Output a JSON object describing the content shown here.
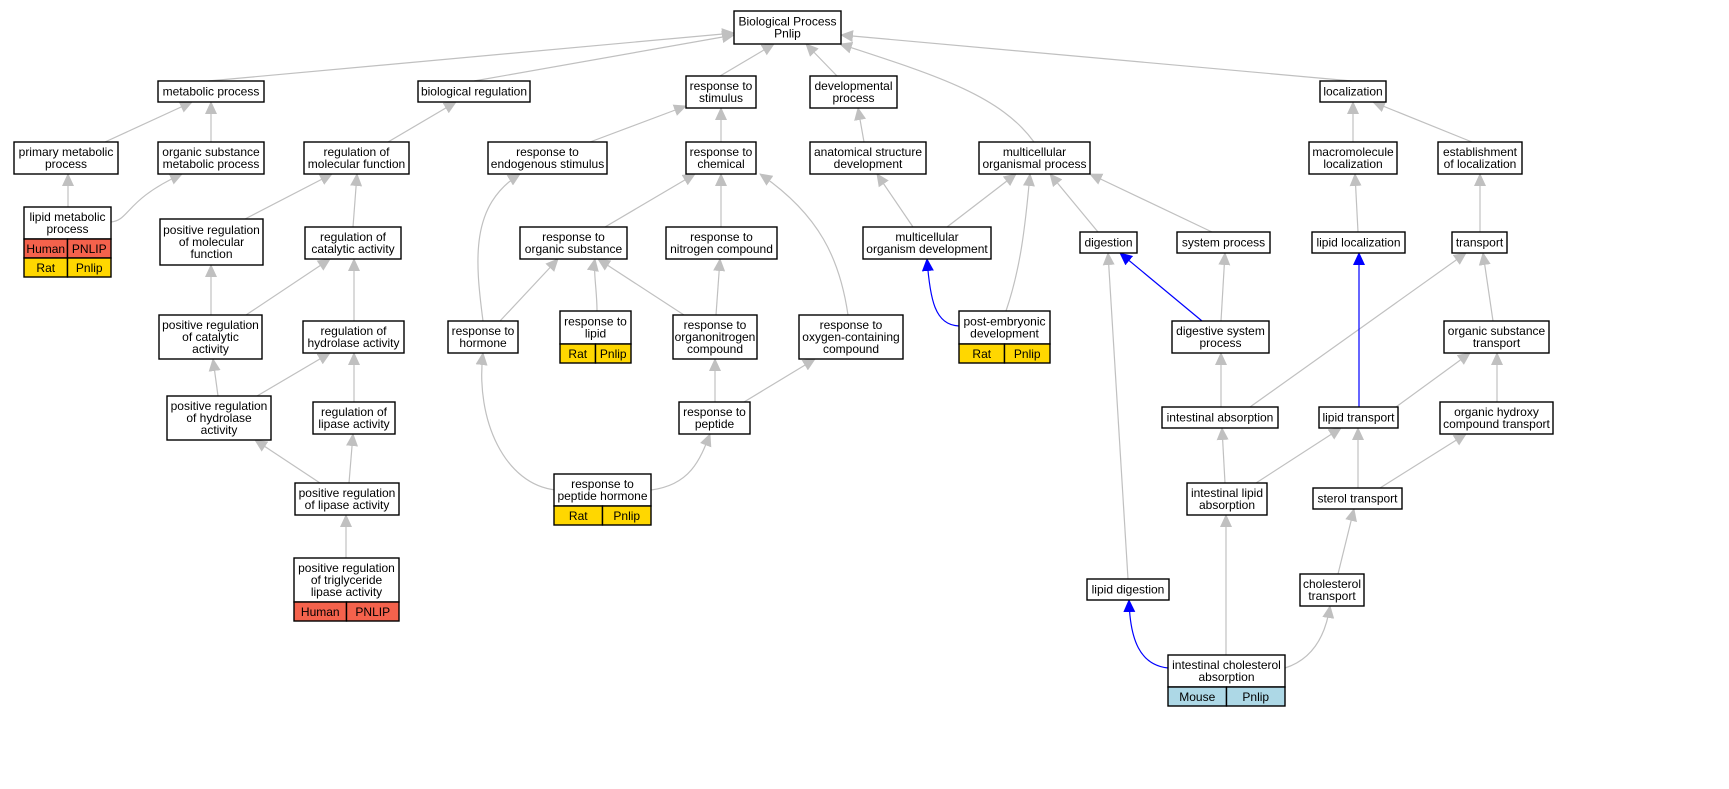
{
  "colors": {
    "edge": "#c0c0c0",
    "edge_highlight": "#0000ff",
    "human": "#f4624c",
    "rat": "#ffd700",
    "mouse": "#add8e6"
  },
  "nodes": {
    "root": {
      "lines": [
        "Biological Process",
        "Pnlip"
      ]
    },
    "metabolic": {
      "lines": [
        "metabolic process"
      ]
    },
    "bioreg": {
      "lines": [
        "biological regulation"
      ]
    },
    "stimulus": {
      "lines": [
        "response to",
        "stimulus"
      ]
    },
    "devproc": {
      "lines": [
        "developmental",
        "process"
      ]
    },
    "localization": {
      "lines": [
        "localization"
      ]
    },
    "primmeta": {
      "lines": [
        "primary metabolic",
        "process"
      ]
    },
    "orgsubmeta": {
      "lines": [
        "organic substance",
        "metabolic process"
      ]
    },
    "regmolfunc": {
      "lines": [
        "regulation of",
        "molecular function"
      ]
    },
    "endostim": {
      "lines": [
        "response to",
        "endogenous stimulus"
      ]
    },
    "chemical": {
      "lines": [
        "response to",
        "chemical"
      ]
    },
    "anatdev": {
      "lines": [
        "anatomical structure",
        "development"
      ]
    },
    "multiproc": {
      "lines": [
        "multicellular",
        "organismal process"
      ]
    },
    "macroloc": {
      "lines": [
        "macromolecule",
        "localization"
      ]
    },
    "estloc": {
      "lines": [
        "establishment",
        "of localization"
      ]
    },
    "lipidmeta": {
      "lines": [
        "lipid metabolic",
        "process"
      ],
      "annotations": [
        [
          "Human",
          "PNLIP"
        ],
        [
          "Rat",
          "Pnlip"
        ]
      ]
    },
    "posregmol": {
      "lines": [
        "positive regulation",
        "of molecular",
        "function"
      ]
    },
    "regcat": {
      "lines": [
        "regulation of",
        "catalytic activity"
      ]
    },
    "orgsub": {
      "lines": [
        "response to",
        "organic substance"
      ]
    },
    "nitrogen": {
      "lines": [
        "response to",
        "nitrogen compound"
      ]
    },
    "multidev": {
      "lines": [
        "multicellular",
        "organism development"
      ]
    },
    "digestion": {
      "lines": [
        "digestion"
      ]
    },
    "sysproc": {
      "lines": [
        "system process"
      ]
    },
    "lipidloc": {
      "lines": [
        "lipid localization"
      ]
    },
    "transport": {
      "lines": [
        "transport"
      ]
    },
    "posregcat": {
      "lines": [
        "positive regulation",
        "of catalytic",
        "activity"
      ]
    },
    "reghydro": {
      "lines": [
        "regulation of",
        "hydrolase activity"
      ]
    },
    "hormone": {
      "lines": [
        "response to",
        "hormone"
      ]
    },
    "lipidresp": {
      "lines": [
        "response to",
        "lipid"
      ],
      "annotations": [
        [
          "Rat",
          "Pnlip"
        ]
      ]
    },
    "organonitro": {
      "lines": [
        "response to",
        "organonitrogen",
        "compound"
      ]
    },
    "oxygen": {
      "lines": [
        "response to",
        "oxygen-containing",
        "compound"
      ]
    },
    "postemb": {
      "lines": [
        "post-embryonic",
        "development"
      ],
      "annotations": [
        [
          "Rat",
          "Pnlip"
        ]
      ]
    },
    "digsys": {
      "lines": [
        "digestive system",
        "process"
      ]
    },
    "orgsubtrans": {
      "lines": [
        "organic substance",
        "transport"
      ]
    },
    "posreghydro": {
      "lines": [
        "positive regulation",
        "of hydrolase",
        "activity"
      ]
    },
    "reglipase": {
      "lines": [
        "regulation of",
        "lipase activity"
      ]
    },
    "peptide": {
      "lines": [
        "response to",
        "peptide"
      ]
    },
    "intabs": {
      "lines": [
        "intestinal absorption"
      ]
    },
    "lipidtrans": {
      "lines": [
        "lipid transport"
      ]
    },
    "orghydroxy": {
      "lines": [
        "organic hydroxy",
        "compound transport"
      ]
    },
    "posreglipase": {
      "lines": [
        "positive regulation",
        "of lipase activity"
      ]
    },
    "peptidehorm": {
      "lines": [
        "response to",
        "peptide hormone"
      ],
      "annotations": [
        [
          "Rat",
          "Pnlip"
        ]
      ]
    },
    "intlipabs": {
      "lines": [
        "intestinal lipid",
        "absorption"
      ]
    },
    "steroltrans": {
      "lines": [
        "sterol transport"
      ]
    },
    "posregtrig": {
      "lines": [
        "positive regulation",
        "of triglyceride",
        "lipase activity"
      ],
      "annotations": [
        [
          "Human",
          "PNLIP"
        ]
      ]
    },
    "lipiddig": {
      "lines": [
        "lipid digestion"
      ]
    },
    "choltrans": {
      "lines": [
        "cholesterol",
        "transport"
      ]
    },
    "intcholabs": {
      "lines": [
        "intestinal cholesterol",
        "absorption"
      ],
      "annotations": [
        [
          "Mouse",
          "Pnlip"
        ]
      ]
    }
  }
}
